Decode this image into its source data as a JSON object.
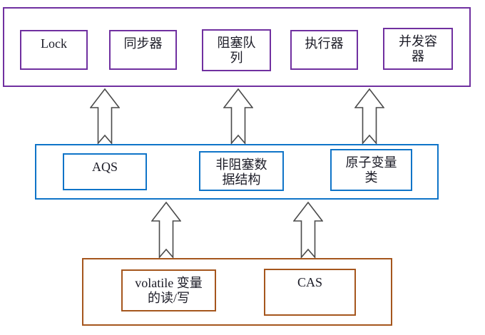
{
  "colors": {
    "top_layer_border": "#7030A0",
    "middle_layer_border": "#0F74C8",
    "bottom_layer_border": "#A5561D",
    "arrow_outline": "#4A4A4A",
    "text": "#1B1B26"
  },
  "diagram": {
    "top_layer": {
      "items": [
        {
          "label": "Lock"
        },
        {
          "label": "同步器"
        },
        {
          "label": "阻塞队\n列"
        },
        {
          "label": "执行器"
        },
        {
          "label": "并发容\n器"
        }
      ]
    },
    "middle_layer": {
      "items": [
        {
          "label": "AQS"
        },
        {
          "label": "非阻塞数\n据结构"
        },
        {
          "label": "原子变量\n类"
        }
      ]
    },
    "bottom_layer": {
      "items": [
        {
          "label": "volatile 变量\n的读/写"
        },
        {
          "label": "CAS"
        }
      ]
    },
    "arrows": {
      "direction": "up",
      "connections": [
        {
          "from": "middle_layer",
          "to": "top_layer",
          "count": 3
        },
        {
          "from": "bottom_layer",
          "to": "middle_layer",
          "count": 2
        }
      ]
    }
  }
}
